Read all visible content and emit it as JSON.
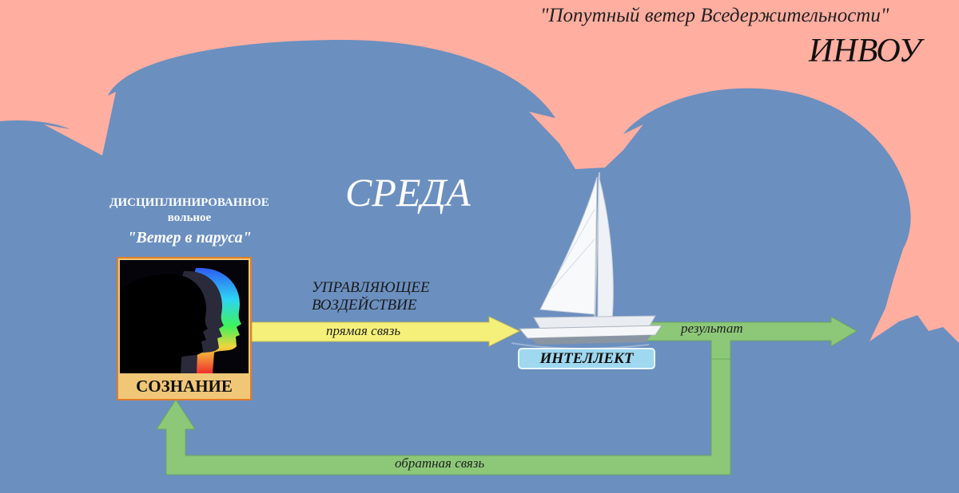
{
  "header": {
    "quote": "\"Попутный ветер Вседержительности\"",
    "org": "ИНВОУ"
  },
  "environment_label": "СРЕДА",
  "discipline": {
    "line1": "ДИСЦИПЛИНИРОВАННОЕ",
    "line2": "вольное",
    "line3": "\"Ветер в паруса\""
  },
  "consciousness": {
    "label": "СОЗНАНИЕ"
  },
  "control": {
    "line1": "УПРАВЛЯЮЩЕЕ",
    "line2": "ВОЗДЕЙСТВИЕ",
    "direct_link": "прямая связь"
  },
  "intellect": {
    "label": "ИНТЕЛЛЕКТ"
  },
  "result_label": "результат",
  "feedback_label": "обратная связь",
  "colors": {
    "environment": "#6b8fbf",
    "wind": "#ffaea0",
    "direct_arrow": "#f5f07a",
    "feedback_arrow": "#8cc878",
    "consciousness_frame": "#e07d2a",
    "consciousness_fill": "#f0c777",
    "intellect_fill": "#9fd8ef"
  },
  "icons": {
    "boat": "catamaran-icon",
    "faces": "human-profiles-icon"
  }
}
